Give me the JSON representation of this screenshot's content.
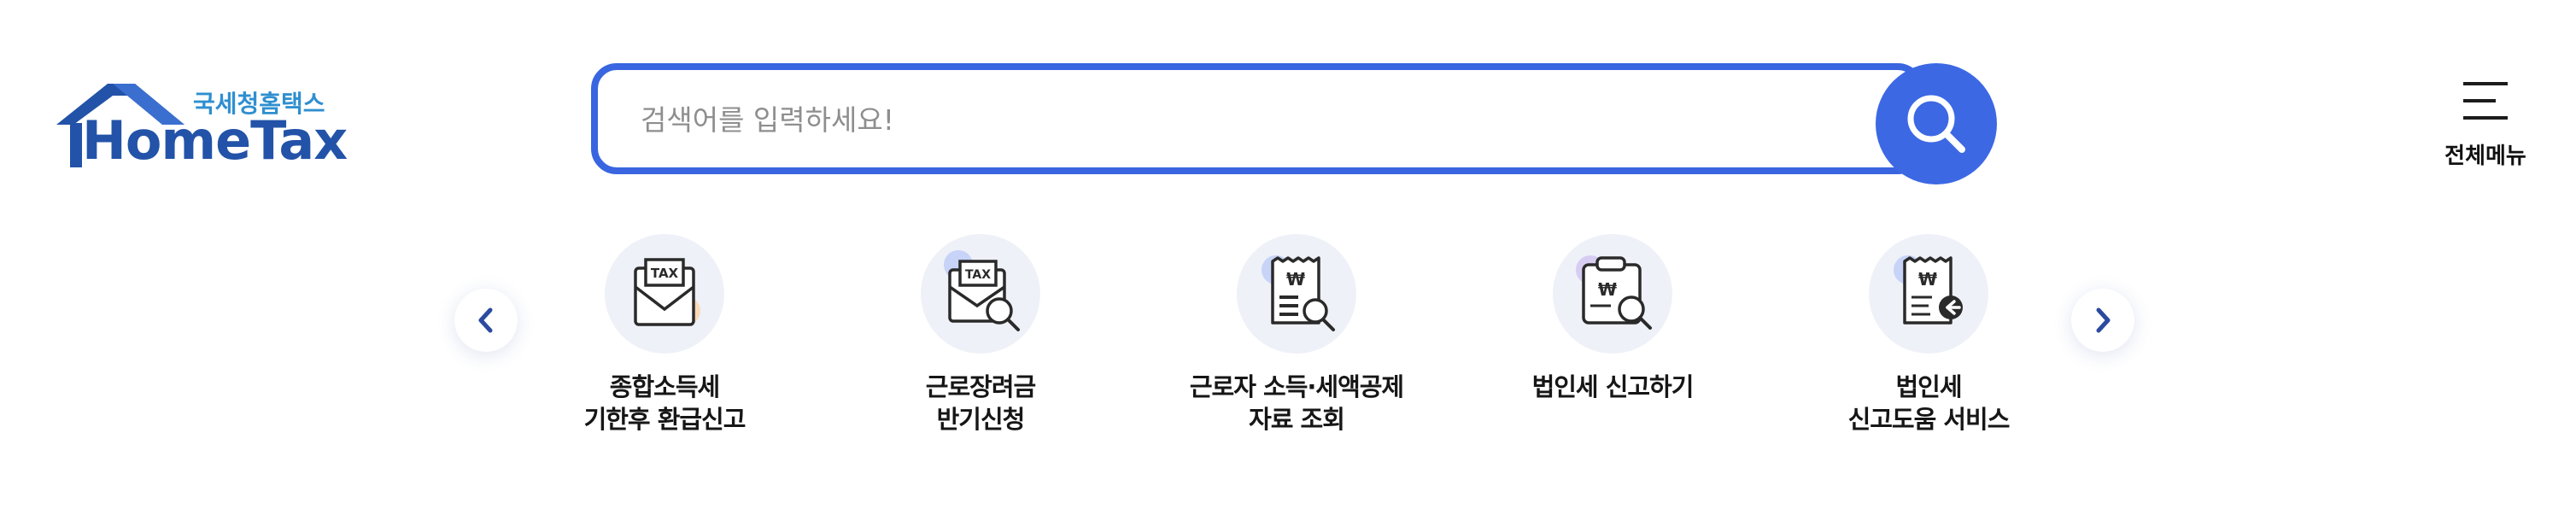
{
  "header": {
    "logo": {
      "sub_text": "국세청홈택스",
      "main_text": "HomeTax"
    },
    "search": {
      "placeholder": "검색어를 입력하세요!",
      "button_icon": "search-icon"
    },
    "full_menu": {
      "label": "전체메뉴",
      "icon": "hamburger-icon"
    }
  },
  "quick_services": {
    "prev_icon": "chevron-left-icon",
    "next_icon": "chevron-right-icon",
    "items": [
      {
        "line1": "종합소득세",
        "line2": "기한후 환급신고",
        "icon": "tax-envelope-icon"
      },
      {
        "line1": "근로장려금",
        "line2": "반기신청",
        "icon": "tax-envelope-search-icon"
      },
      {
        "line1": "근로자 소득·세액공제",
        "line2": "자료 조회",
        "icon": "receipt-won-search-icon"
      },
      {
        "line1": "법인세 신고하기",
        "line2": "",
        "icon": "clipboard-won-search-icon"
      },
      {
        "line1": "법인세",
        "line2": "신고도움 서비스",
        "icon": "receipt-won-arrow-icon"
      }
    ]
  },
  "colors": {
    "brand_blue": "#2353a8",
    "accent_blue": "#3c68e4",
    "sub_logo": "#2f8fd0"
  }
}
